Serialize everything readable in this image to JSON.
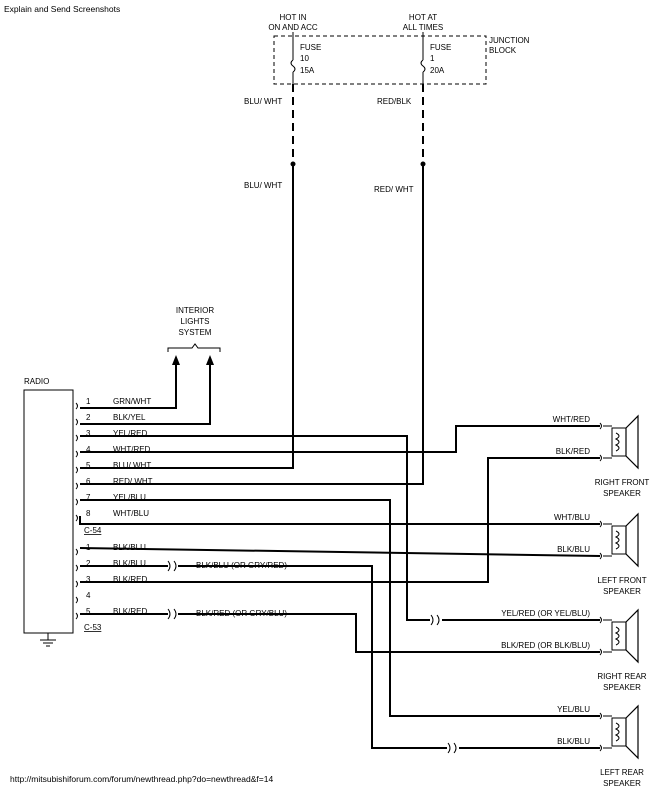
{
  "header": {
    "title": "Explain and Send Screenshots"
  },
  "footer": {
    "url": "http://mitsubishiforum.com/forum/newthread.php?do=newthread&f=14"
  },
  "junction": {
    "hot_in_line1": "HOT IN",
    "hot_in_line2": "ON AND ACC",
    "hot_at_line1": "HOT AT",
    "hot_at_line2": "ALL TIMES",
    "block_line1": "JUNCTION",
    "block_line2": "BLOCK",
    "fuse10": {
      "label": "FUSE",
      "number": "10",
      "rating": "15A"
    },
    "fuse1": {
      "label": "FUSE",
      "number": "1",
      "rating": "20A"
    }
  },
  "wire_labels": {
    "blu_wht_upper": "BLU/ WHT",
    "red_blk_upper": "RED/BLK",
    "blu_wht_lower": "BLU/ WHT",
    "red_wht_lower": "RED/ WHT",
    "blk_blu_alt": "BLK/BLU (OR GRY/RED)",
    "blk_red_alt": "BLK/RED (OR GRY/BLU)",
    "wht_red_rf": "WHT/RED",
    "blk_red_rf": "BLK/RED",
    "wht_blu_lf": "WHT/BLU",
    "blk_blu_lf": "BLK/BLU",
    "yel_red_rr": "YEL/RED (OR YEL/BLU)",
    "blk_red_rr": "BLK/RED (OR BLK/BLU)",
    "yel_blu_lr": "YEL/BLU",
    "blk_blu_lr": "BLK/BLU"
  },
  "interior": {
    "line1": "INTERIOR",
    "line2": "LIGHTS",
    "line3": "SYSTEM"
  },
  "radio": {
    "label": "RADIO",
    "connector_c54": "C-54",
    "connector_c53": "C-53",
    "c54_pins": [
      {
        "pin": "1",
        "wire": "GRN/WHT"
      },
      {
        "pin": "2",
        "wire": "BLK/YEL"
      },
      {
        "pin": "3",
        "wire": "YEL/RED"
      },
      {
        "pin": "4",
        "wire": "WHT/RED"
      },
      {
        "pin": "5",
        "wire": "BLU/ WHT"
      },
      {
        "pin": "6",
        "wire": "RED/ WHT"
      },
      {
        "pin": "7",
        "wire": "YEL/BLU"
      },
      {
        "pin": "8",
        "wire": "WHT/BLU"
      }
    ],
    "c53_pins": [
      {
        "pin": "1",
        "wire": "BLK/BLU"
      },
      {
        "pin": "2",
        "wire": "BLK/BLU"
      },
      {
        "pin": "3",
        "wire": "BLK/RED"
      },
      {
        "pin": "4",
        "wire": ""
      },
      {
        "pin": "5",
        "wire": "BLK/RED"
      }
    ]
  },
  "speakers": [
    {
      "line1": "RIGHT FRONT",
      "line2": "SPEAKER"
    },
    {
      "line1": "LEFT FRONT",
      "line2": "SPEAKER"
    },
    {
      "line1": "RIGHT REAR",
      "line2": "SPEAKER"
    },
    {
      "line1": "LEFT REAR",
      "line2": "SPEAKER"
    }
  ]
}
